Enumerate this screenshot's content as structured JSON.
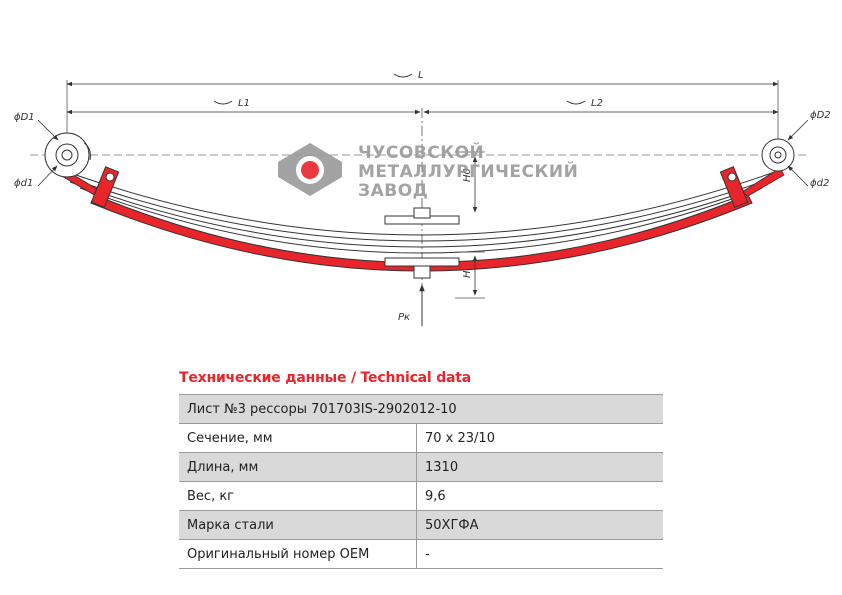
{
  "drawing": {
    "dimension_labels": {
      "L": "L",
      "L1": "L1",
      "L2": "L2",
      "D1": "ϕD1",
      "d1": "ϕd1",
      "D2": "ϕD2",
      "d2": "ϕd2",
      "H0": "H0",
      "H": "H",
      "Pk": "Pк"
    },
    "colors": {
      "highlight_leaf": "#e8252b",
      "line": "#333333",
      "logo_grey": "#9a9a9a"
    }
  },
  "logo": {
    "lines": [
      "ЧУСОВСКОЙ",
      "МЕТАЛЛУРГИЧЕСКИЙ",
      "ЗАВОД"
    ]
  },
  "specs": {
    "title": "Технические данные / Technical data",
    "header": "Лист №3 рессоры 701703IS-2902012-10",
    "rows": [
      {
        "label": "Сечение, мм",
        "value": "70 x 23/10"
      },
      {
        "label": "Длина, мм",
        "value": "1310"
      },
      {
        "label": "Вес, кг",
        "value": "9,6"
      },
      {
        "label": "Марка стали",
        "value": "50ХГФА"
      },
      {
        "label": "Оригинальный номер OEM",
        "value": "-"
      }
    ]
  }
}
